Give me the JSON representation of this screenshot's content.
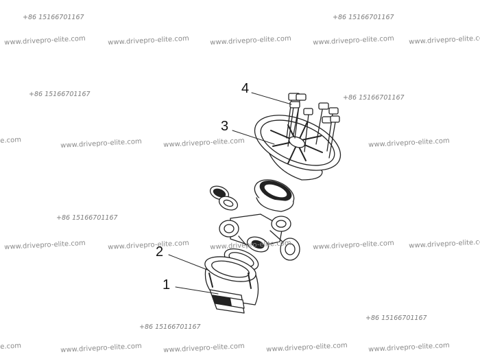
{
  "watermarks": {
    "phone": "+86 15166701167",
    "url": "www.drivepro-elite.com",
    "url_partial": "e.com"
  },
  "callouts": [
    "1",
    "2",
    "3",
    "4"
  ],
  "colors": {
    "line": "#222222",
    "fill": "#ffffff",
    "watermark": "#8a8a8a"
  }
}
